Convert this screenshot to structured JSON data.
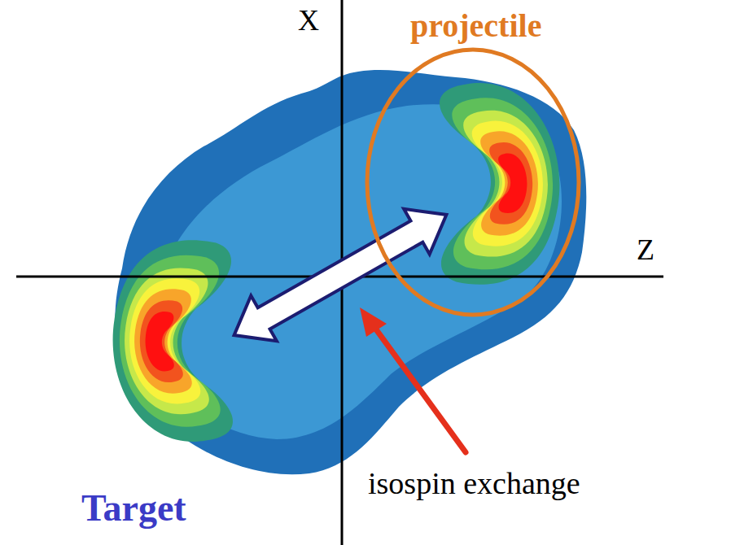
{
  "diagram": {
    "nodes": [
      {
        "text": [
          "projectile"
        ]
      }
    ],
    "labels": [
      "X",
      "Z",
      "Target",
      "isospin exchange"
    ]
  }
}
